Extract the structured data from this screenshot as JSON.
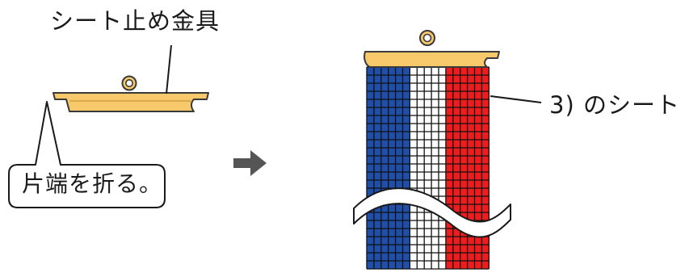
{
  "labels": {
    "clasp": "シート止め金具",
    "fold": "片端を折る。",
    "sheet": "3) のシート"
  },
  "colors": {
    "metal_fill": "#f7c96b",
    "metal_stroke": "#3a3a3a",
    "blue": "#1f4fa8",
    "white": "#ffffff",
    "red": "#ee1c1c",
    "arrow": "#555555",
    "grid_line": "#111111"
  },
  "icons": {
    "arrow": "right-arrow-icon"
  },
  "beadwork": {
    "stripes": [
      {
        "name": "blue",
        "columns": 6
      },
      {
        "name": "white",
        "columns": 5
      },
      {
        "name": "red",
        "columns": 6
      }
    ],
    "rows": 25,
    "break": "wavy-cut"
  }
}
